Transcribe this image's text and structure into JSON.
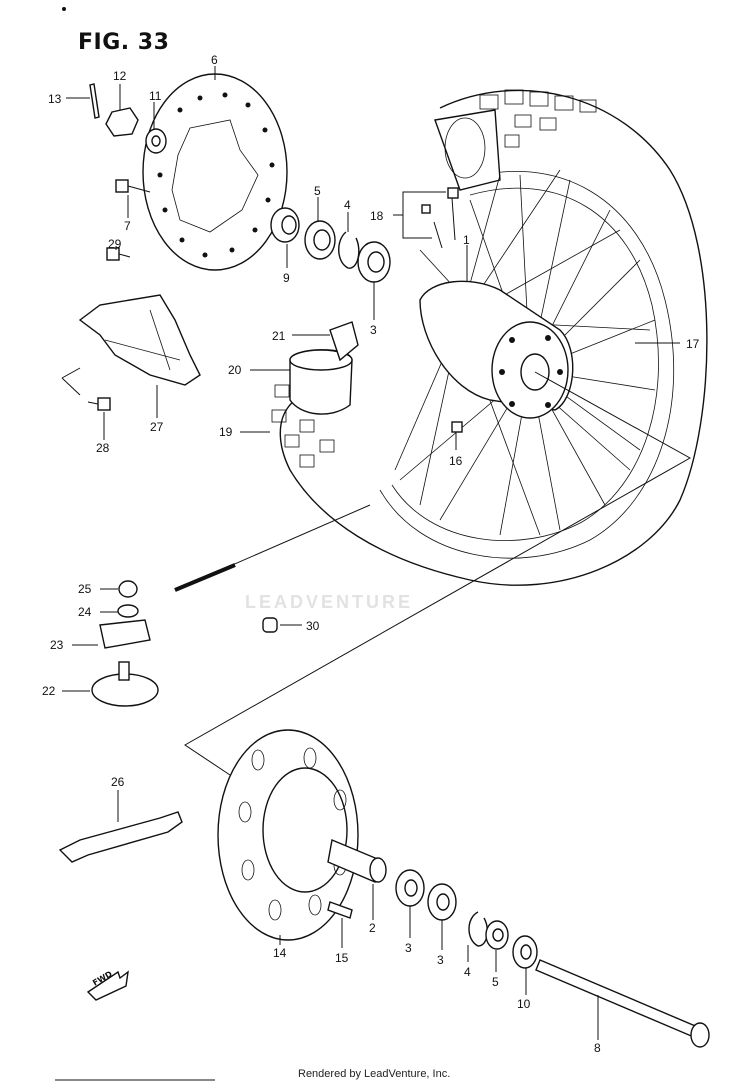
{
  "figure": {
    "title": "FIG. 33",
    "direction_mark": "FWD"
  },
  "watermark": "LEADVENTURE",
  "footer": "Rendered by LeadVenture, Inc.",
  "callouts": [
    "13",
    "12",
    "11",
    "6",
    "7",
    "5",
    "4",
    "18",
    "1",
    "29",
    "9",
    "3",
    "21",
    "17",
    "20",
    "19",
    "28",
    "27",
    "16",
    "25",
    "24",
    "23",
    "30",
    "22",
    "26",
    "14",
    "15",
    "2",
    "3",
    "3",
    "4",
    "5",
    "10",
    "8"
  ]
}
